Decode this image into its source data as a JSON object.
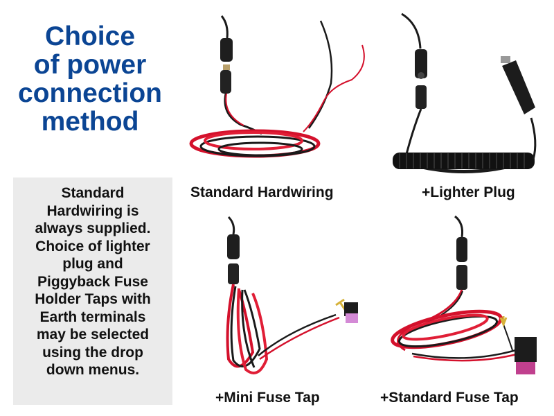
{
  "title": {
    "lines": [
      "Choice",
      "of power",
      "connection",
      "method"
    ],
    "color": "#0b4594"
  },
  "info_box": {
    "lines": [
      "Standard",
      "Hardwiring is",
      "always supplied.",
      "Choice of lighter",
      "plug and",
      "Piggyback Fuse",
      "Holder Taps with",
      "Earth terminals",
      "may be selected",
      "using the drop",
      "down menus."
    ],
    "background": "#ebebeb"
  },
  "products": [
    {
      "caption": "Standard Hardwiring",
      "image": "hardwiring-cable-photo"
    },
    {
      "caption": "+Lighter Plug",
      "image": "lighter-plug-cable-photo"
    },
    {
      "caption": "+Mini Fuse Tap",
      "image": "mini-fuse-tap-cable-photo"
    },
    {
      "caption": "+Standard Fuse Tap",
      "image": "standard-fuse-tap-cable-photo"
    }
  ]
}
